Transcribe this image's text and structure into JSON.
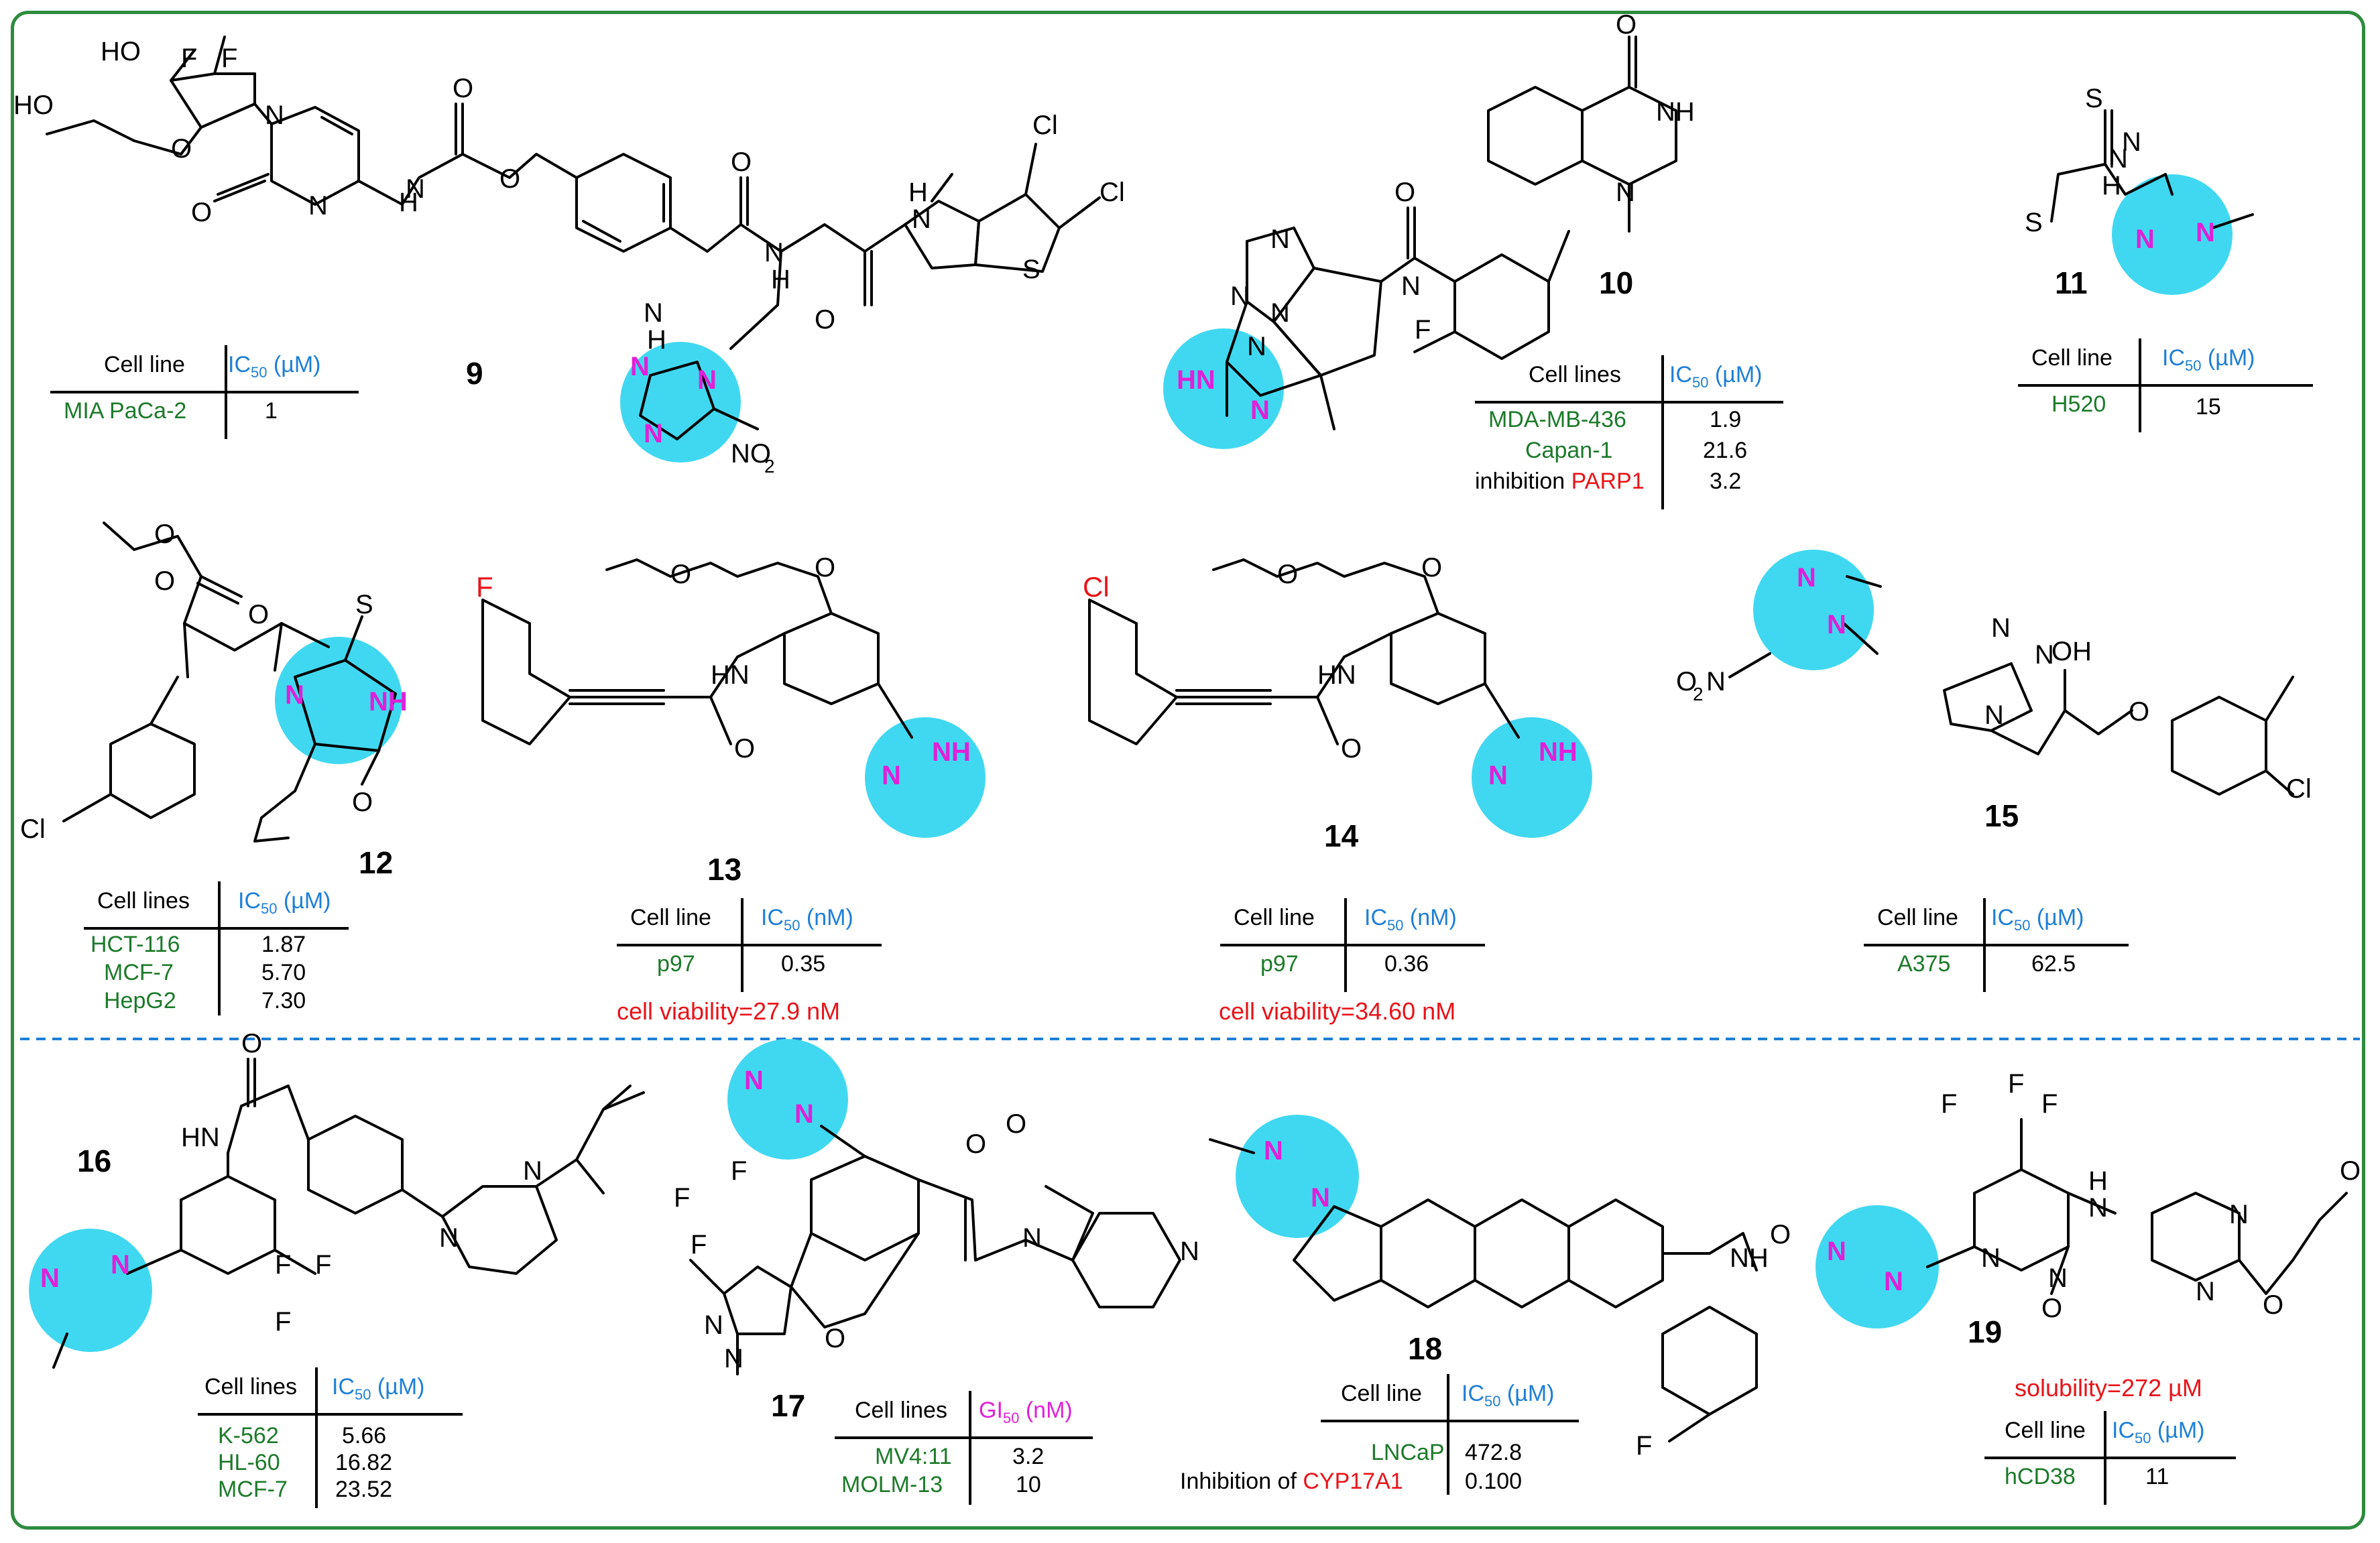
{
  "compounds": [
    {
      "id": "9",
      "table": {
        "col1": "Cell line",
        "col2_prefix": "IC",
        "col2_sub": "50",
        "col2_unit": " (µM)",
        "rows": [
          {
            "label": "MIA PaCa-2",
            "value": "1"
          }
        ]
      }
    },
    {
      "id": "10",
      "table": {
        "col1": "Cell lines",
        "col2_prefix": "IC",
        "col2_sub": "50",
        "col2_unit": " (µM)",
        "rows": [
          {
            "label": "MDA-MB-436",
            "value": "1.9"
          },
          {
            "label": "Capan-1",
            "value": "21.6"
          },
          {
            "label_prefix": "inhibition ",
            "label": "PARP1",
            "value": "3.2"
          }
        ]
      }
    },
    {
      "id": "11",
      "table": {
        "col1": "Cell line",
        "col2_prefix": "IC",
        "col2_sub": "50",
        "col2_unit": " (µM)",
        "rows": [
          {
            "label": "H520",
            "value": "15"
          }
        ]
      }
    },
    {
      "id": "12",
      "table": {
        "col1": "Cell lines",
        "col2_prefix": "IC",
        "col2_sub": "50",
        "col2_unit": " (µM)",
        "rows": [
          {
            "label": "HCT-116",
            "value": "1.87"
          },
          {
            "label": "MCF-7",
            "value": "5.70"
          },
          {
            "label": "HepG2",
            "value": "7.30"
          }
        ]
      }
    },
    {
      "id": "13",
      "table": {
        "col1": "Cell line",
        "col2_prefix": "IC",
        "col2_sub": "50",
        "col2_unit": " (nM)",
        "rows": [
          {
            "label": "p97",
            "value": "0.35"
          }
        ]
      },
      "note": "cell viability=27.9 nM"
    },
    {
      "id": "14",
      "table": {
        "col1": "Cell line",
        "col2_prefix": "IC",
        "col2_sub": "50",
        "col2_unit": " (nM)",
        "rows": [
          {
            "label": "p97",
            "value": "0.36"
          }
        ]
      },
      "note": "cell viability=34.60 nM"
    },
    {
      "id": "15",
      "table": {
        "col1": "Cell line",
        "col2_prefix": "IC",
        "col2_sub": "50",
        "col2_unit": " (µM)",
        "rows": [
          {
            "label": "A375",
            "value": "62.5"
          }
        ]
      }
    },
    {
      "id": "16",
      "table": {
        "col1": "Cell lines",
        "col2_prefix": "IC",
        "col2_sub": "50",
        "col2_unit": " (µM)",
        "rows": [
          {
            "label": "K-562",
            "value": "5.66"
          },
          {
            "label": "HL-60",
            "value": "16.82"
          },
          {
            "label": "MCF-7",
            "value": "23.52"
          }
        ]
      }
    },
    {
      "id": "17",
      "table": {
        "col1": "Cell lines",
        "col2_prefix": "GI",
        "col2_sub": "50",
        "col2_unit": " (nM)",
        "rows": [
          {
            "label": "MV4:11",
            "value": "3.2"
          },
          {
            "label": "MOLM-13",
            "value": "10"
          }
        ]
      }
    },
    {
      "id": "18",
      "table": {
        "col1": "Cell line",
        "col2_prefix": "IC",
        "col2_sub": "50",
        "col2_unit": " (µM)",
        "rows": [
          {
            "label": "LNCaP",
            "value": "472.8"
          },
          {
            "label_prefix": "Inhibition of ",
            "label": "CYP17A1",
            "value": "0.100"
          }
        ]
      }
    },
    {
      "id": "19",
      "note": "solubility=272 µM",
      "table": {
        "col1": "Cell line",
        "col2_prefix": "IC",
        "col2_sub": "50",
        "col2_unit": " (µM)",
        "rows": [
          {
            "label": "hCD38",
            "value": "11"
          }
        ]
      }
    }
  ],
  "atoms": {
    "N": "N",
    "NH": "NH",
    "HN": "HN",
    "H": "H",
    "O": "O",
    "S": "S",
    "F": "F",
    "Cl": "Cl",
    "HO": "HO",
    "OH": "OH",
    "NO2": "NO",
    "NO2_sub": "2",
    "O2N": "O",
    "O2N_sub": "2",
    "O2N_tail": "N"
  },
  "colors": {
    "frame": "#2e8b3e",
    "highlight": "#40d8f0",
    "heteroatom": "#e020d8",
    "cellline": "#1c7a2a",
    "ic50": "#1e7fd6",
    "note": "#e8141a",
    "divider": "#1e7fd6"
  }
}
